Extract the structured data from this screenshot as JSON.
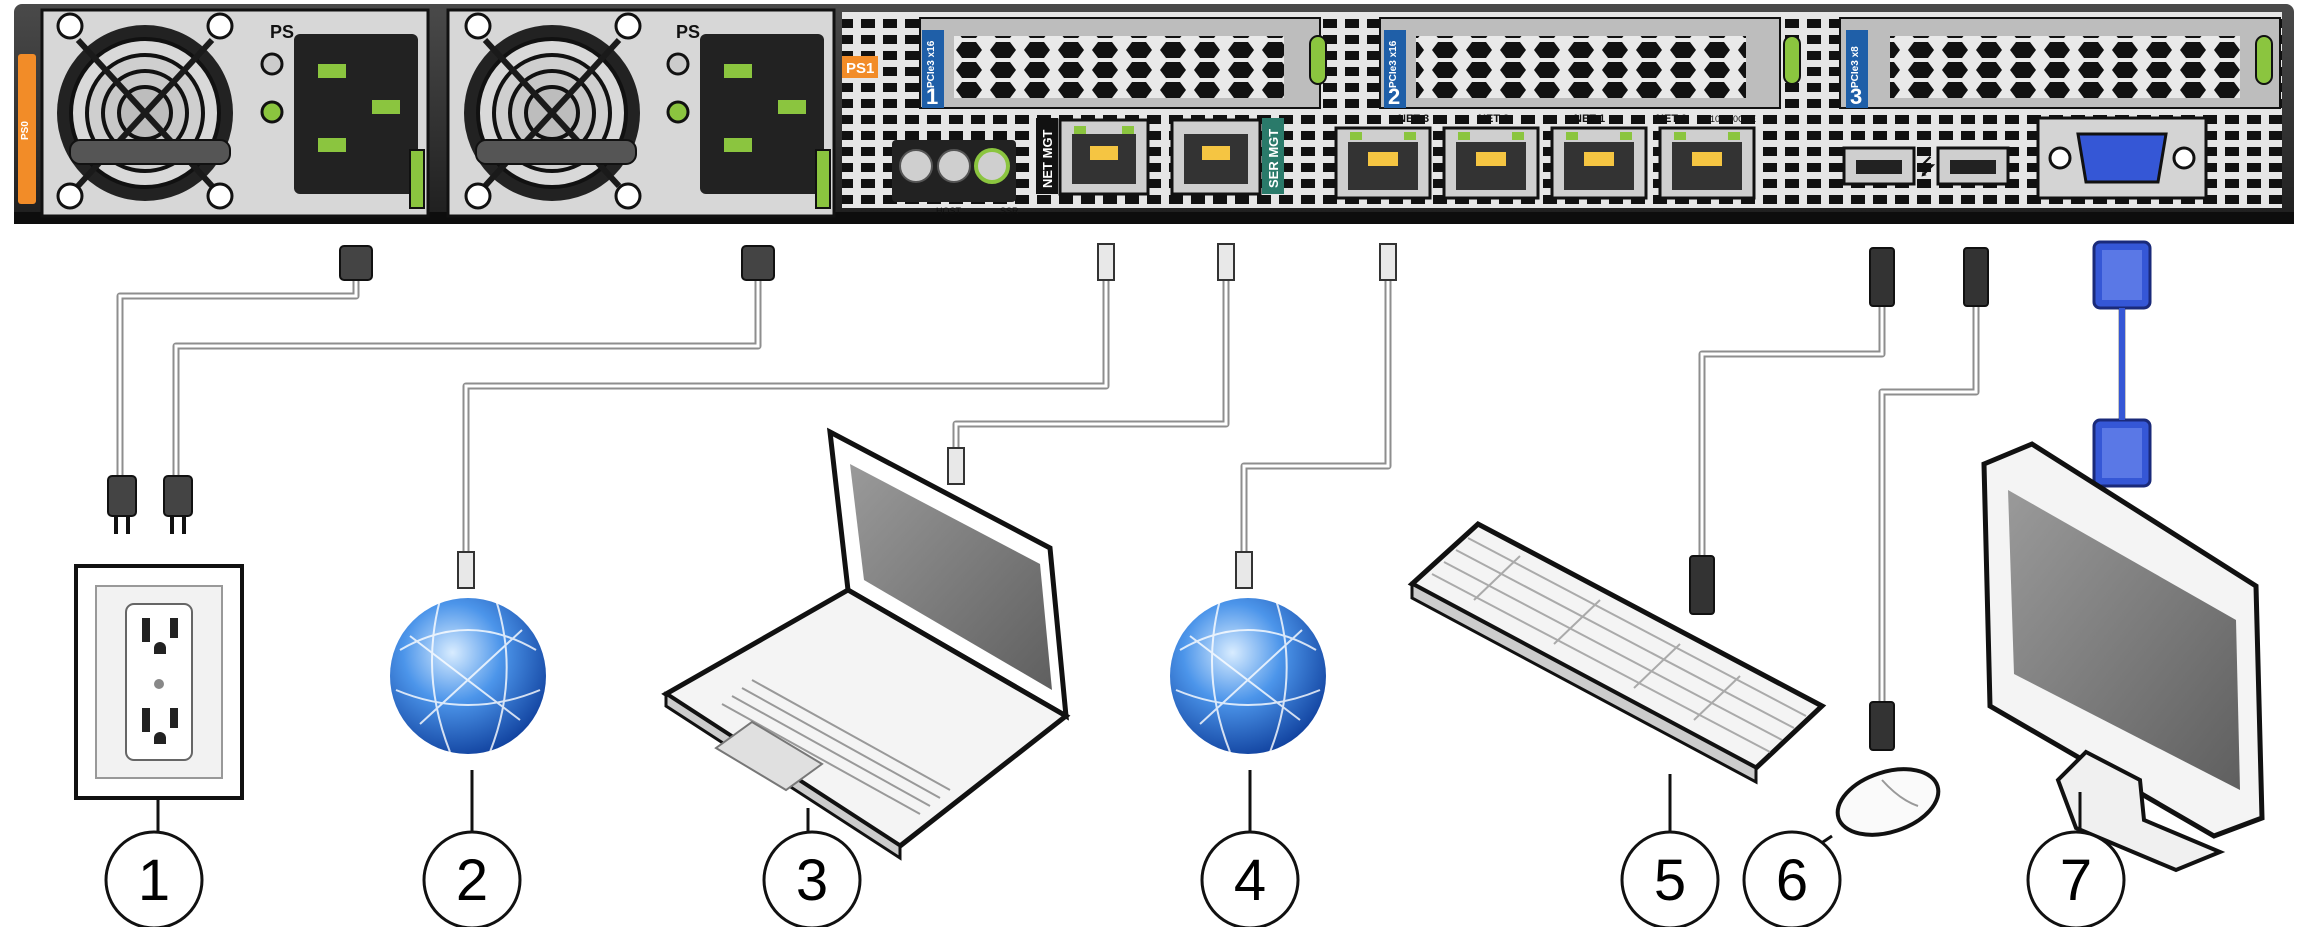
{
  "server": {
    "power_supplies": [
      {
        "label": "PS"
      },
      {
        "label": "PS"
      }
    ],
    "ps_slot_tag": "PS1",
    "side_tag": "PS0",
    "pcie_slots": [
      {
        "number": "1",
        "label": "PCIe3 x16"
      },
      {
        "number": "2",
        "label": "PCIe3 x16"
      },
      {
        "number": "3",
        "label": "PCIe3 x8"
      }
    ],
    "net_mgt_label": "NET MGT",
    "ser_mgt_label": "SER MGT",
    "net_ports": [
      "NET 3",
      "NET 2",
      "NET 1",
      "NET 0"
    ],
    "net_speed_note": "100-10GbE",
    "status_labels": [
      "HOST",
      "SSR"
    ],
    "usb_icon": "usb-icon",
    "vga_icon": "vga-icon"
  },
  "callouts": [
    "1",
    "2",
    "3",
    "4",
    "5",
    "6",
    "7"
  ],
  "colors": {
    "chassis": "#3c3c3c",
    "chassis_dark": "#1a1a1a",
    "pcie_blue": "#1f5fa8",
    "latch_green": "#8bc53f",
    "ps_orange": "#f28c28",
    "vga_blue": "#3557d6",
    "globe_blue": "#2f78d8"
  }
}
